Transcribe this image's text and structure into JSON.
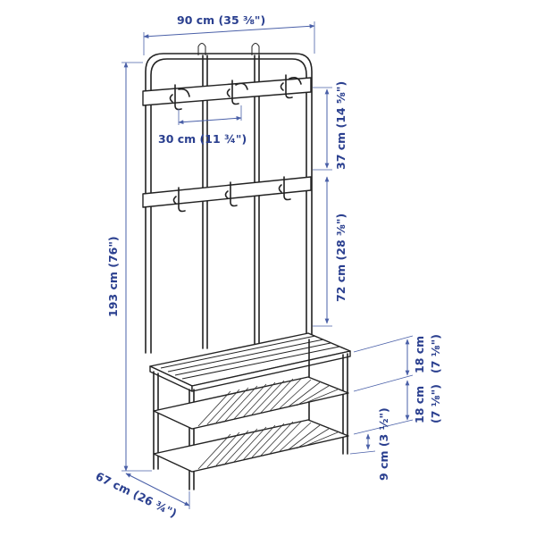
{
  "colors": {
    "dimension": "#2a3f8f",
    "line": "#222222",
    "background": "#ffffff"
  },
  "dimensions": {
    "width": "90 cm (35 ⅜\")",
    "height": "193 cm (76\")",
    "depth": "67 cm (26 ¾\")",
    "hook_spacing": "30 cm (11 ¾\")",
    "rail_gap": "37 cm (14 ⅝\")",
    "seat_to_rail": "72 cm (28 ⅜\")",
    "seat_to_shelf_cm": "18 cm",
    "seat_to_shelf_in": "(7 ⅛\")",
    "shelf_gap_cm": "18 cm",
    "shelf_gap_in": "(7 ⅛\")",
    "floor_clearance": "9 cm (3 ½\")"
  }
}
